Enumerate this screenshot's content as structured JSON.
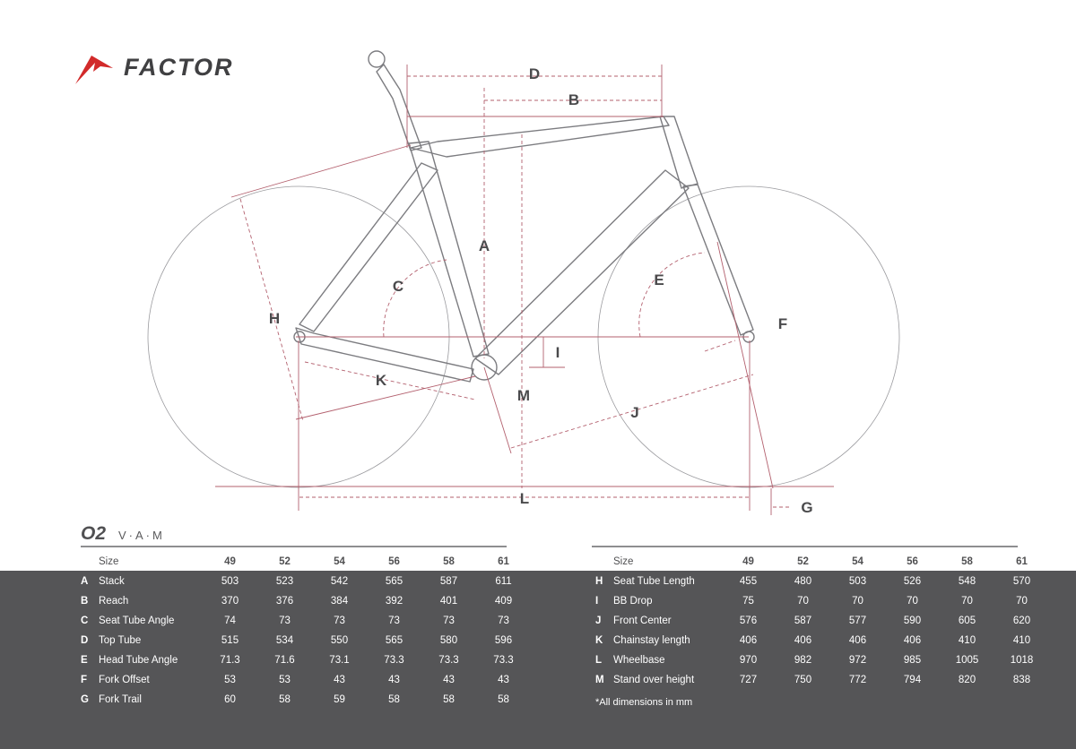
{
  "brand": {
    "name": "FACTOR",
    "logo_icon": "factor-wing-logo-icon",
    "logo_color": "#d22a2a"
  },
  "model": {
    "name": "O2",
    "variant": "V·A·M"
  },
  "diagram": {
    "line_color": "#b3606e",
    "frame_color": "#7c7c80",
    "labels": {
      "A": "A",
      "B": "B",
      "C": "C",
      "D": "D",
      "E": "E",
      "F": "F",
      "G": "G",
      "H": "H",
      "I": "I",
      "J": "J",
      "K": "K",
      "L": "L",
      "M": "M"
    }
  },
  "geometry_left": {
    "size_label": "Size",
    "sizes": [
      "49",
      "52",
      "54",
      "56",
      "58",
      "61"
    ],
    "rows": [
      {
        "code": "A",
        "label": "Stack",
        "values": [
          "503",
          "523",
          "542",
          "565",
          "587",
          "611"
        ]
      },
      {
        "code": "B",
        "label": "Reach",
        "values": [
          "370",
          "376",
          "384",
          "392",
          "401",
          "409"
        ]
      },
      {
        "code": "C",
        "label": "Seat Tube Angle",
        "values": [
          "74",
          "73",
          "73",
          "73",
          "73",
          "73"
        ]
      },
      {
        "code": "D",
        "label": "Top Tube",
        "values": [
          "515",
          "534",
          "550",
          "565",
          "580",
          "596"
        ]
      },
      {
        "code": "E",
        "label": "Head Tube Angle",
        "values": [
          "71.3",
          "71.6",
          "73.1",
          "73.3",
          "73.3",
          "73.3"
        ]
      },
      {
        "code": "F",
        "label": "Fork Offset",
        "values": [
          "53",
          "53",
          "43",
          "43",
          "43",
          "43"
        ]
      },
      {
        "code": "G",
        "label": "Fork  Trail",
        "values": [
          "60",
          "58",
          "59",
          "58",
          "58",
          "58"
        ]
      }
    ]
  },
  "geometry_right": {
    "size_label": "Size",
    "sizes": [
      "49",
      "52",
      "54",
      "56",
      "58",
      "61"
    ],
    "rows": [
      {
        "code": "H",
        "label": "Seat Tube Length",
        "values": [
          "455",
          "480",
          "503",
          "526",
          "548",
          "570"
        ]
      },
      {
        "code": "I",
        "label": "BB Drop",
        "values": [
          "75",
          "70",
          "70",
          "70",
          "70",
          "70"
        ]
      },
      {
        "code": "J",
        "label": "Front Center",
        "values": [
          "576",
          "587",
          "577",
          "590",
          "605",
          "620"
        ]
      },
      {
        "code": "K",
        "label": "Chainstay length",
        "values": [
          "406",
          "406",
          "406",
          "406",
          "410",
          "410"
        ]
      },
      {
        "code": "L",
        "label": "Wheelbase",
        "values": [
          "970",
          "982",
          "972",
          "985",
          "1005",
          "1018"
        ]
      },
      {
        "code": "M",
        "label": "Stand over height",
        "values": [
          "727",
          "750",
          "772",
          "794",
          "820",
          "838"
        ]
      }
    ]
  },
  "note": "*All dimensions in mm"
}
